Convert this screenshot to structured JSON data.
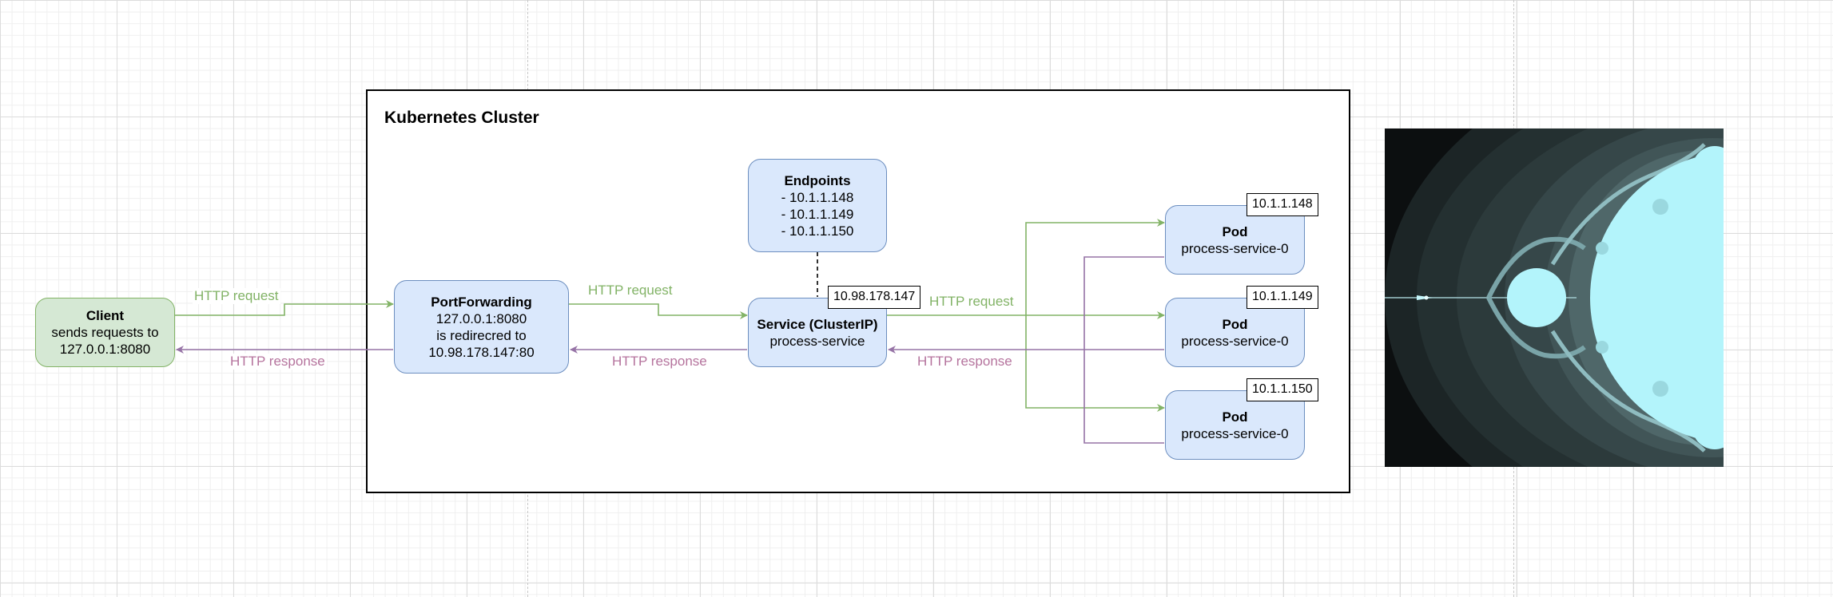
{
  "cluster": {
    "title": "Kubernetes Cluster"
  },
  "client": {
    "title": "Client",
    "line1": "sends requests to",
    "line2": "127.0.0.1:8080"
  },
  "portforwarding": {
    "title": "PortForwarding",
    "line1": "127.0.0.1:8080",
    "line2": "is redirecred to",
    "line3": "10.98.178.147:80"
  },
  "endpoints": {
    "title": "Endpoints",
    "items": [
      "- 10.1.1.148",
      "- 10.1.1.149",
      "- 10.1.1.150"
    ]
  },
  "service": {
    "title": "Service (ClusterIP)",
    "name": "process-service",
    "ip": "10.98.178.147"
  },
  "pods": [
    {
      "title": "Pod",
      "name": "process-service-0",
      "ip": "10.1.1.148"
    },
    {
      "title": "Pod",
      "name": "process-service-0",
      "ip": "10.1.1.149"
    },
    {
      "title": "Pod",
      "name": "process-service-0",
      "ip": "10.1.1.150"
    }
  ],
  "labels": {
    "request": "HTTP request",
    "response": "HTTP response"
  },
  "colors": {
    "request": "#82b366",
    "response": "#9673a6",
    "node_fill": "#dae8fc",
    "node_stroke": "#6c8ebf",
    "client_fill": "#d5e8d4",
    "client_stroke": "#82b366",
    "fractal_inner": "#b3f4fb"
  },
  "image": {
    "kind": "mandelbrot-fractal"
  }
}
